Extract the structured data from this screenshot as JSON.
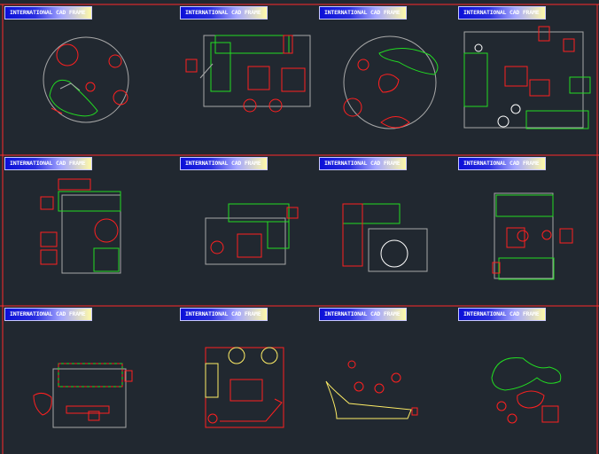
{
  "frame_label": "INTERNATIONAL CAD FRAME",
  "panels": [
    {
      "id": "p1",
      "label": "INTERNATIONAL CAD FRAME"
    },
    {
      "id": "p2",
      "label": "INTERNATIONAL CAD FRAME"
    },
    {
      "id": "p3",
      "label": "INTERNATIONAL CAD FRAME"
    },
    {
      "id": "p4",
      "label": "INTERNATIONAL CAD FRAME"
    },
    {
      "id": "p5",
      "label": "INTERNATIONAL CAD FRAME"
    },
    {
      "id": "p6",
      "label": "INTERNATIONAL CAD FRAME"
    },
    {
      "id": "p7",
      "label": "INTERNATIONAL CAD FRAME"
    },
    {
      "id": "p8",
      "label": "INTERNATIONAL CAD FRAME"
    },
    {
      "id": "p9",
      "label": "INTERNATIONAL CAD FRAME"
    },
    {
      "id": "p10",
      "label": "INTERNATIONAL CAD FRAME"
    },
    {
      "id": "p11",
      "label": "INTERNATIONAL CAD FRAME"
    },
    {
      "id": "p12",
      "label": "INTERNATIONAL CAD FRAME"
    }
  ],
  "colors": {
    "background": "#212830",
    "frame": "#ff2a2a",
    "furniture_red": "#ff2020",
    "furniture_green": "#22dd22",
    "outline_gray": "#a8a8a8",
    "yellow": "#ffee66",
    "white": "#ffffff"
  }
}
